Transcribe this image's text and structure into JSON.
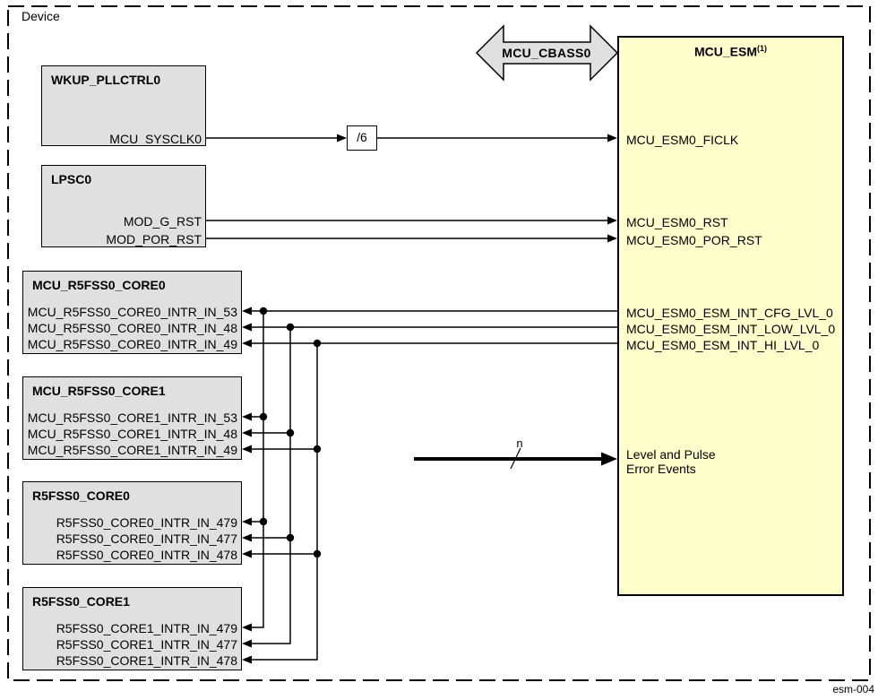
{
  "device_label": "Device",
  "figure_label": "esm-004",
  "colors": {
    "block_fill": "#e0e0e0",
    "esm_fill": "#ffffcc",
    "wire": "#000000"
  },
  "cbass_arrow": {
    "label": "MCU_CBASS0"
  },
  "clock_divider": {
    "label": "/6"
  },
  "bus_width_label": "n",
  "blocks": {
    "wkup_pllctrl0": {
      "title": "WKUP_PLLCTRL0",
      "ports": [
        "MCU_SYSCLK0"
      ]
    },
    "lpsc0": {
      "title": "LPSC0",
      "ports": [
        "MOD_G_RST",
        "MOD_POR_RST"
      ]
    },
    "mcu_r5fss0_core0": {
      "title": "MCU_R5FSS0_CORE0",
      "ports": [
        "MCU_R5FSS0_CORE0_INTR_IN_53",
        "MCU_R5FSS0_CORE0_INTR_IN_48",
        "MCU_R5FSS0_CORE0_INTR_IN_49"
      ]
    },
    "mcu_r5fss0_core1": {
      "title": "MCU_R5FSS0_CORE1",
      "ports": [
        "MCU_R5FSS0_CORE1_INTR_IN_53",
        "MCU_R5FSS0_CORE1_INTR_IN_48",
        "MCU_R5FSS0_CORE1_INTR_IN_49"
      ]
    },
    "r5fss0_core0": {
      "title": "R5FSS0_CORE0",
      "ports": [
        "R5FSS0_CORE0_INTR_IN_479",
        "R5FSS0_CORE0_INTR_IN_477",
        "R5FSS0_CORE0_INTR_IN_478"
      ]
    },
    "r5fss0_core1": {
      "title": "R5FSS0_CORE1",
      "ports": [
        "R5FSS0_CORE1_INTR_IN_479",
        "R5FSS0_CORE1_INTR_IN_477",
        "R5FSS0_CORE1_INTR_IN_478"
      ]
    }
  },
  "esm": {
    "title": "MCU_ESM",
    "footnote": "(1)",
    "ports": [
      "MCU_ESM0_FICLK",
      "MCU_ESM0_RST",
      "MCU_ESM0_POR_RST",
      "MCU_ESM0_ESM_INT_CFG_LVL_0",
      "MCU_ESM0_ESM_INT_LOW_LVL_0",
      "MCU_ESM0_ESM_INT_HI_LVL_0"
    ],
    "event_label": [
      "Level and Pulse",
      "Error Events"
    ]
  }
}
